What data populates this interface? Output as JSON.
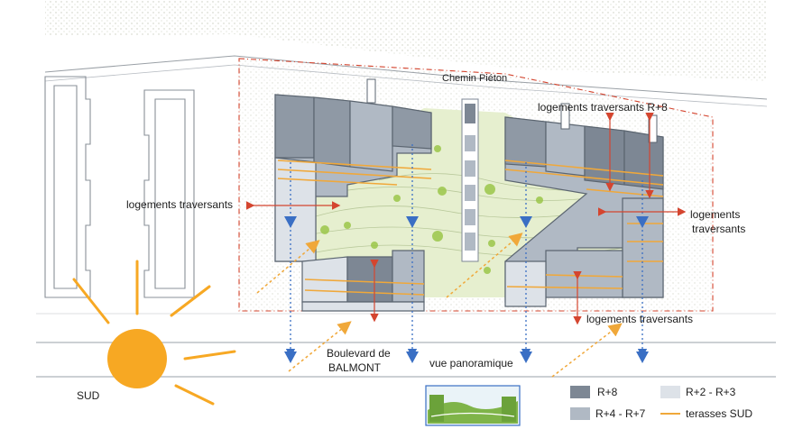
{
  "labels": {
    "path": "Chemin Piéton",
    "top_right_housing": "logements traversants R+8",
    "left_housing": "logements traversants",
    "right_housing_line1": "logements",
    "right_housing_line2": "traversants",
    "bottom_housing": "logements traversants",
    "boulevard_line1": "Boulevard de",
    "boulevard_line2": "BALMONT",
    "view": "vue panoramique",
    "sun": "SUD"
  },
  "legend": {
    "items": [
      {
        "label": "R+8",
        "color": "#7d8794"
      },
      {
        "label": "R+2 - R+3",
        "color": "#dde2e8"
      },
      {
        "label": "R+4 - R+7",
        "color": "#b0b9c4"
      },
      {
        "label": "terasses SUD",
        "color": "#f0a83a"
      }
    ]
  },
  "colors": {
    "sun": "#f7a823",
    "garden": "#e6efcf",
    "plot_border": "#d4452f",
    "arrow_blue": "#3a6fc4",
    "arrow_red": "#d4452f",
    "arrow_orange": "#f0a83a"
  }
}
